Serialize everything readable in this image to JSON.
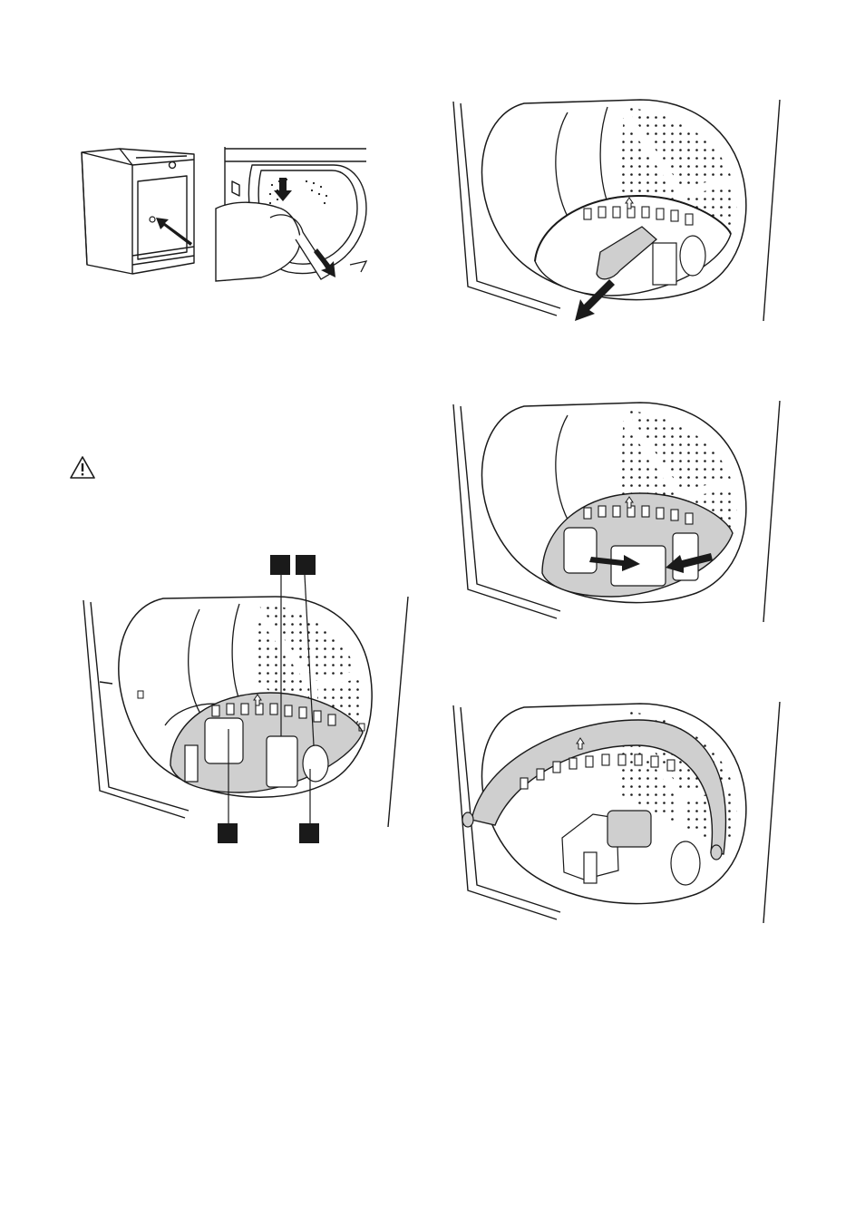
{
  "page": {
    "background": "#ffffff",
    "line_color": "#1a1a1a",
    "filter_fill": "#cfcfcf"
  },
  "figures": {
    "dryer_door": {
      "icon": "dryer-cabinet-push-door"
    },
    "fluff_filter": {
      "icon": "hand-removing-fluff-filter"
    },
    "warning": {
      "icon": "warning-triangle-icon",
      "text": ""
    },
    "drum_callouts": {
      "callouts": [
        {
          "label": "",
          "position": "top-left"
        },
        {
          "label": "",
          "position": "top-right"
        },
        {
          "label": "",
          "position": "bottom-left"
        },
        {
          "label": "",
          "position": "bottom-right"
        }
      ]
    },
    "step_pull_out": {
      "icon": "drum-arrow-pull-out"
    },
    "step_press_sides": {
      "icon": "drum-arrows-press-inward"
    },
    "step_lift_cover": {
      "icon": "drum-cover-lifted"
    }
  }
}
